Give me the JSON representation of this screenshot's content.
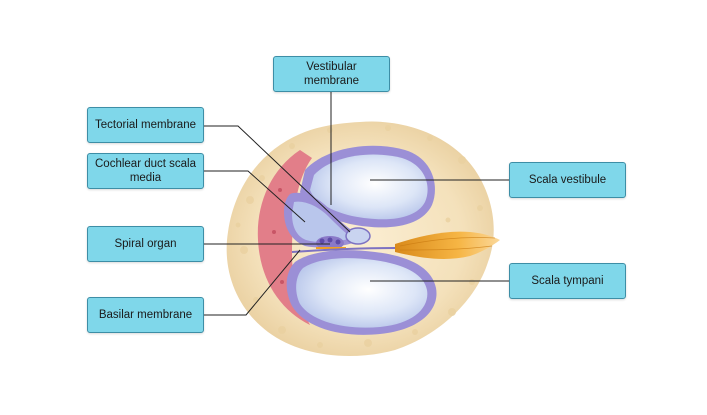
{
  "labels": {
    "vestibular_membrane": "Vestibular membrane",
    "tectorial_membrane": "Tectorial membrane",
    "cochlear_duct": "Cochlear duct scala media",
    "spiral_organ": "Spiral organ",
    "basilar_membrane": "Basilar membrane",
    "scala_vestibule": "Scala vestibule",
    "scala_tympani": "Scala tympani"
  },
  "colors": {
    "label_fill": "#7fd7ea",
    "label_border": "#3d8ea6",
    "bone": "#f2dfb8",
    "membrane_pink": "#e07b86",
    "duct_lining": "#9b8fd6",
    "chamber_fill": "#cdd8f2",
    "nerve": "#f0a020"
  }
}
